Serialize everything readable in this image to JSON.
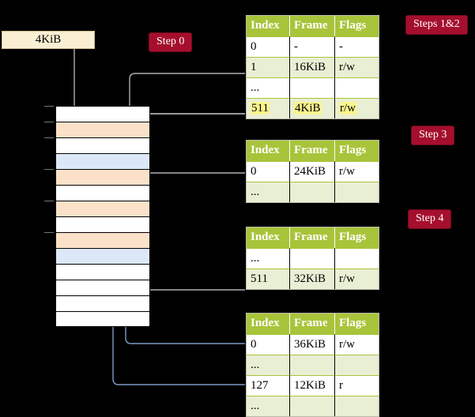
{
  "source_box": {
    "label": "4KiB"
  },
  "badges": [
    {
      "name": "step-0",
      "label": "Step 0"
    },
    {
      "name": "steps-1-2",
      "label": "Steps 1&2"
    },
    {
      "name": "step-3",
      "label": "Step 3"
    },
    {
      "name": "step-4",
      "label": "Step 4"
    }
  ],
  "colors": {
    "background": "#000000",
    "table_header": "#A8C43A",
    "table_alt_row": "#E9EFD4",
    "badge": "#A50F2D",
    "source_box": "#FBEFD3",
    "mem_orange": "#FCE1C9",
    "mem_blue": "#DCE8F7",
    "highlight": "#FAF58E",
    "wire_gray": "#AFAFAF",
    "wire_blue": "#7C9CC4"
  },
  "memory_rows": [
    {
      "fill": "white"
    },
    {
      "fill": "orange"
    },
    {
      "fill": "white"
    },
    {
      "fill": "blue"
    },
    {
      "fill": "orange"
    },
    {
      "fill": "white"
    },
    {
      "fill": "orange"
    },
    {
      "fill": "white"
    },
    {
      "fill": "orange"
    },
    {
      "fill": "blue"
    },
    {
      "fill": "white"
    },
    {
      "fill": "white"
    },
    {
      "fill": "white"
    },
    {
      "fill": "white"
    }
  ],
  "tables": [
    {
      "name": "page-table-level-1",
      "headers": [
        "Index",
        "Frame",
        "Flags"
      ],
      "rows": [
        {
          "style": "plain",
          "cells": [
            "0",
            "-",
            "-"
          ],
          "highlight": false
        },
        {
          "style": "alt",
          "cells": [
            "1",
            "16KiB",
            "r/w"
          ],
          "highlight": false
        },
        {
          "style": "plain",
          "cells": [
            "...",
            "",
            ""
          ],
          "highlight": false
        },
        {
          "style": "alt",
          "cells": [
            "511",
            "4KiB",
            "r/w"
          ],
          "highlight": true
        }
      ]
    },
    {
      "name": "page-table-level-2",
      "headers": [
        "Index",
        "Frame",
        "Flags"
      ],
      "rows": [
        {
          "style": "plain",
          "cells": [
            "0",
            "24KiB",
            "r/w"
          ],
          "highlight": false
        },
        {
          "style": "alt",
          "cells": [
            "...",
            "",
            ""
          ],
          "highlight": false
        }
      ]
    },
    {
      "name": "page-table-level-3",
      "headers": [
        "Index",
        "Frame",
        "Flags"
      ],
      "rows": [
        {
          "style": "plain",
          "cells": [
            "...",
            "",
            ""
          ],
          "highlight": false
        },
        {
          "style": "alt",
          "cells": [
            "511",
            "32KiB",
            "r/w"
          ],
          "highlight": false
        }
      ]
    },
    {
      "name": "page-table-level-4",
      "headers": [
        "Index",
        "Frame",
        "Flags"
      ],
      "rows": [
        {
          "style": "plain",
          "cells": [
            "0",
            "36KiB",
            "r/w"
          ],
          "highlight": false
        },
        {
          "style": "alt",
          "cells": [
            "...",
            "",
            ""
          ],
          "highlight": false
        },
        {
          "style": "plain",
          "cells": [
            "127",
            "12KiB",
            "r"
          ],
          "highlight": false
        },
        {
          "style": "alt",
          "cells": [
            "...",
            "",
            ""
          ],
          "highlight": false
        }
      ]
    }
  ]
}
